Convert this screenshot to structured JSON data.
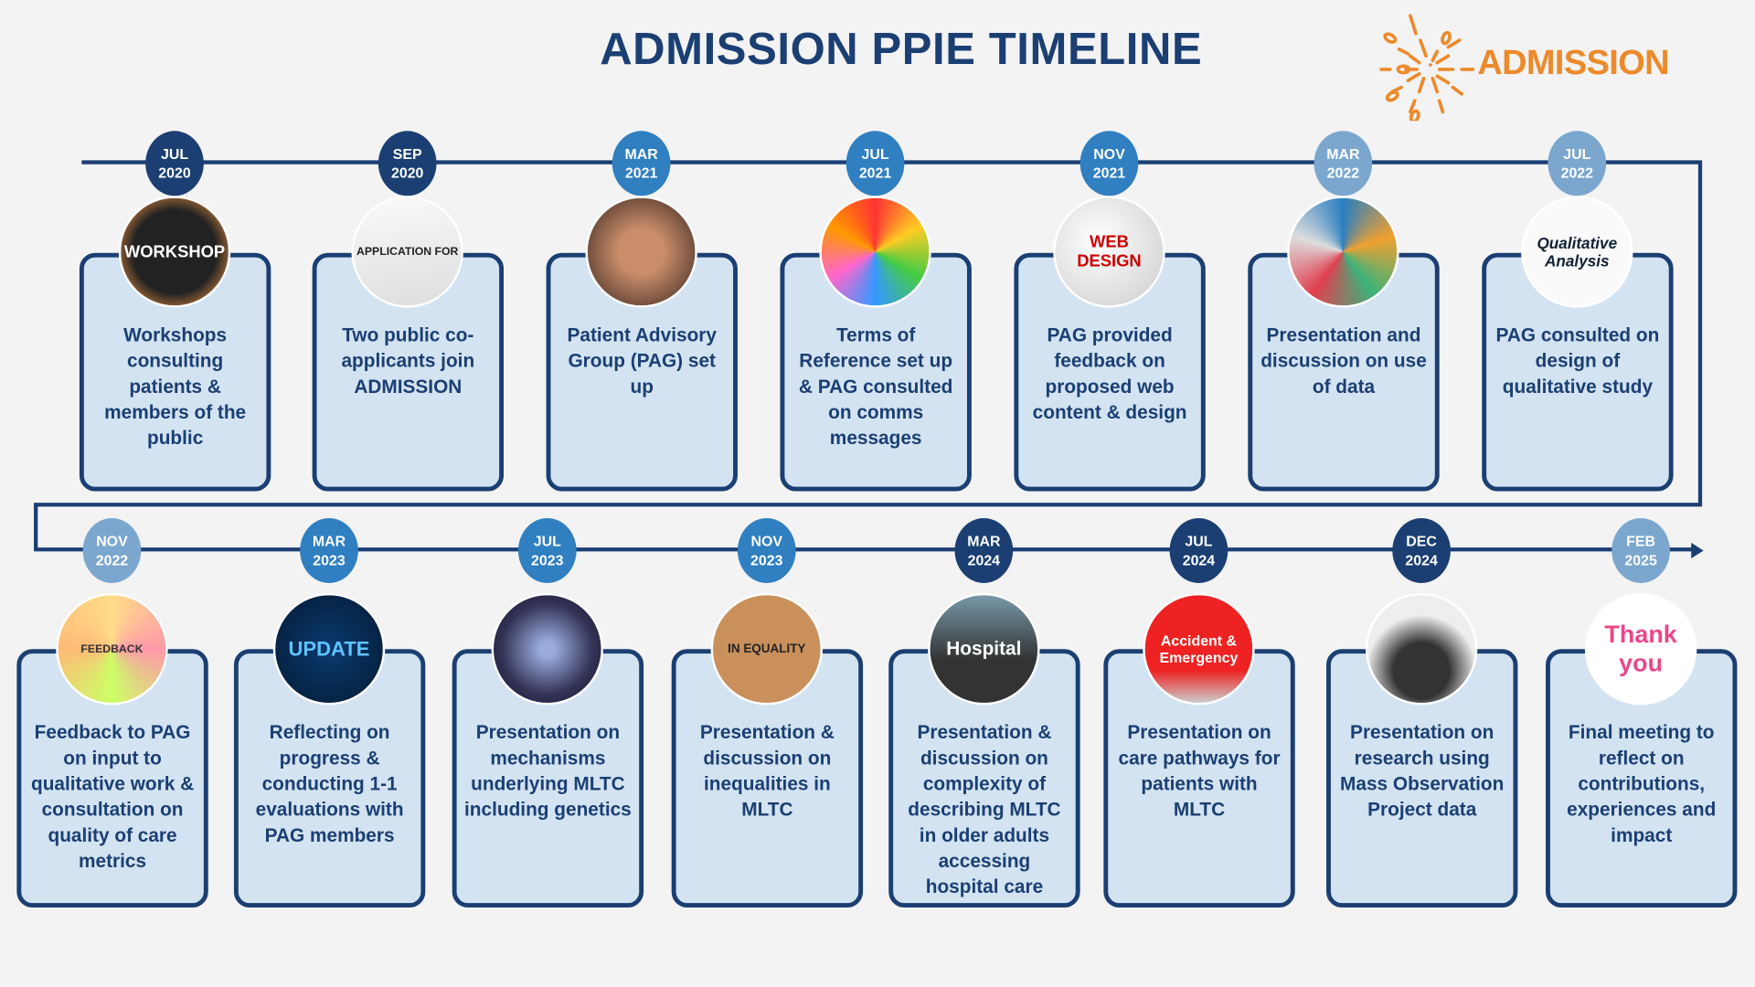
{
  "title": "ADMISSION PPIE TIMELINE",
  "logo": {
    "text": "ADMISSION",
    "color": "#ec8a2c"
  },
  "colors": {
    "navy": "#1b3f73",
    "mid": "#2f7fc1",
    "light": "#7ba7cf",
    "card_bg": "#d3e3f1"
  },
  "rows": [
    [
      {
        "month": "JUL",
        "year": "2020",
        "tone": "navy",
        "text": "Workshops consulting patients & members of the public",
        "image": "workshop-chalkboard",
        "image_text": "WORKSHOP"
      },
      {
        "month": "SEP",
        "year": "2020",
        "tone": "navy",
        "text": "Two public co-applicants join ADMISSION",
        "image": "application-form",
        "image_text": "APPLICATION FOR"
      },
      {
        "month": "MAR",
        "year": "2021",
        "tone": "mid",
        "text": "Patient Advisory Group (PAG) set up",
        "image": "stacked-hands",
        "image_text": ""
      },
      {
        "month": "JUL",
        "year": "2021",
        "tone": "mid",
        "text": "Terms of Reference set up & PAG consulted on comms messages",
        "image": "sticky-notes-board",
        "image_text": ""
      },
      {
        "month": "NOV",
        "year": "2021",
        "tone": "mid",
        "text": "PAG provided feedback on proposed web content & design",
        "image": "web-design-sphere",
        "image_text": "WEB DESIGN"
      },
      {
        "month": "MAR",
        "year": "2022",
        "tone": "light",
        "text": "Presentation and discussion on use of data",
        "image": "data-charts",
        "image_text": ""
      },
      {
        "month": "JUL",
        "year": "2022",
        "tone": "light",
        "text": "PAG consulted on design of qualitative study",
        "image": "qualitative-analysis-note",
        "image_text": "Qualitative Analysis"
      }
    ],
    [
      {
        "month": "NOV",
        "year": "2022",
        "tone": "light",
        "text": "Feedback to PAG on input to qualitative work & consultation on quality of care metrics",
        "image": "feedback-sticky-notes",
        "image_text": "FEEDBACK"
      },
      {
        "month": "MAR",
        "year": "2023",
        "tone": "mid",
        "text": "Reflecting on progress & conducting 1-1 evaluations with PAG members",
        "image": "update-sign",
        "image_text": "UPDATE"
      },
      {
        "month": "JUL",
        "year": "2023",
        "tone": "mid",
        "text": "Presentation on mechanisms underlying MLTC including genetics",
        "image": "dna-helix",
        "image_text": ""
      },
      {
        "month": "NOV",
        "year": "2023",
        "tone": "mid",
        "text": "Presentation & discussion on inequalities in MLTC",
        "image": "inequality-cutout",
        "image_text": "IN EQUALITY"
      },
      {
        "month": "MAR",
        "year": "2024",
        "tone": "navy",
        "text": "Presentation & discussion on complexity of describing MLTC in older adults accessing hospital care",
        "image": "hospital-sign",
        "image_text": "Hospital"
      },
      {
        "month": "JUL",
        "year": "2024",
        "tone": "navy",
        "text": "Presentation on care pathways for patients with MLTC",
        "image": "accident-emergency-sign",
        "image_text": "Accident & Emergency"
      },
      {
        "month": "DEC",
        "year": "2024",
        "tone": "navy",
        "text": "Presentation on research using Mass Observation Project data",
        "image": "typewriter",
        "image_text": ""
      },
      {
        "month": "FEB",
        "year": "2025",
        "tone": "light",
        "text": "Final meeting to reflect on contributions, experiences and impact",
        "image": "thank-you-lettering",
        "image_text": "Thank you"
      }
    ]
  ]
}
